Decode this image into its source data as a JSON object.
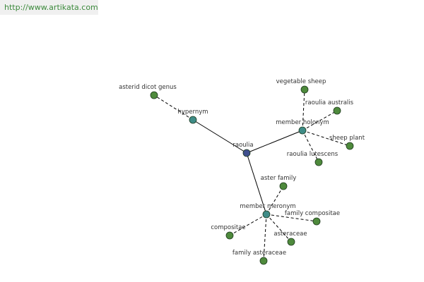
{
  "watermark": {
    "text": "http://www.artikata.com"
  },
  "colors": {
    "center": "#3f4f8e",
    "relation": "#3f8c87",
    "leaf": "#4e8a3c",
    "stroke": "#1e3a1e"
  },
  "graph": {
    "nodes": [
      {
        "id": "raoulia",
        "label": "raoulia",
        "kind": "center"
      },
      {
        "id": "hypernym",
        "label": "hypernym",
        "kind": "relation"
      },
      {
        "id": "member-holonym",
        "label": "member holonym",
        "kind": "relation"
      },
      {
        "id": "member-meronym",
        "label": "member meronym",
        "kind": "relation"
      },
      {
        "id": "asterid-dicot-genus",
        "label": "asterid dicot genus",
        "kind": "leaf"
      },
      {
        "id": "vegetable-sheep",
        "label": "vegetable sheep",
        "kind": "leaf"
      },
      {
        "id": "raoulia-australis",
        "label": "raoulia australis",
        "kind": "leaf"
      },
      {
        "id": "sheep-plant",
        "label": "sheep plant",
        "kind": "leaf"
      },
      {
        "id": "raoulia-lutescens",
        "label": "raoulia lutescens",
        "kind": "leaf"
      },
      {
        "id": "aster-family",
        "label": "aster family",
        "kind": "leaf"
      },
      {
        "id": "family-compositae",
        "label": "family compositae",
        "kind": "leaf"
      },
      {
        "id": "compositae",
        "label": "compositae",
        "kind": "leaf"
      },
      {
        "id": "asteraceae",
        "label": "asteraceae",
        "kind": "leaf"
      },
      {
        "id": "family-asteraceae",
        "label": "family asteraceae",
        "kind": "leaf"
      }
    ],
    "edges": [
      {
        "from": "raoulia",
        "to": "hypernym",
        "style": "solid"
      },
      {
        "from": "raoulia",
        "to": "member-holonym",
        "style": "solid"
      },
      {
        "from": "raoulia",
        "to": "member-meronym",
        "style": "solid"
      },
      {
        "from": "hypernym",
        "to": "asterid-dicot-genus",
        "style": "dashed"
      },
      {
        "from": "member-holonym",
        "to": "vegetable-sheep",
        "style": "dashed"
      },
      {
        "from": "member-holonym",
        "to": "raoulia-australis",
        "style": "dashed"
      },
      {
        "from": "member-holonym",
        "to": "sheep-plant",
        "style": "dashed"
      },
      {
        "from": "member-holonym",
        "to": "raoulia-lutescens",
        "style": "dashed"
      },
      {
        "from": "member-meronym",
        "to": "aster-family",
        "style": "dashed"
      },
      {
        "from": "member-meronym",
        "to": "family-compositae",
        "style": "dashed"
      },
      {
        "from": "member-meronym",
        "to": "compositae",
        "style": "dashed"
      },
      {
        "from": "member-meronym",
        "to": "asteraceae",
        "style": "dashed"
      },
      {
        "from": "member-meronym",
        "to": "family-asteraceae",
        "style": "dashed"
      }
    ]
  }
}
